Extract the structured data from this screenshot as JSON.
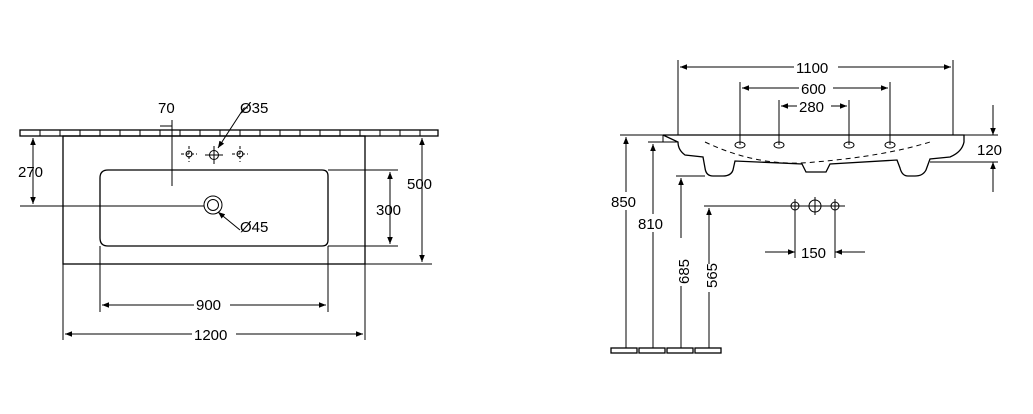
{
  "plan_view": {
    "dims": {
      "tap_spacing": "70",
      "tap_hole_diameter": "Ø35",
      "drain_diameter": "Ø45",
      "drain_offset": "270",
      "basin_depth": "500",
      "bowl_depth": "300",
      "bowl_width": "900",
      "overall_width": "1200"
    }
  },
  "side_view": {
    "dims": {
      "top_width": "1100",
      "outer_holes": "600",
      "inner_holes": "280",
      "thickness": "120",
      "top_height": "850",
      "underside_height": "810",
      "trap_height": "685",
      "supply_height": "565",
      "supply_spacing": "150"
    }
  }
}
